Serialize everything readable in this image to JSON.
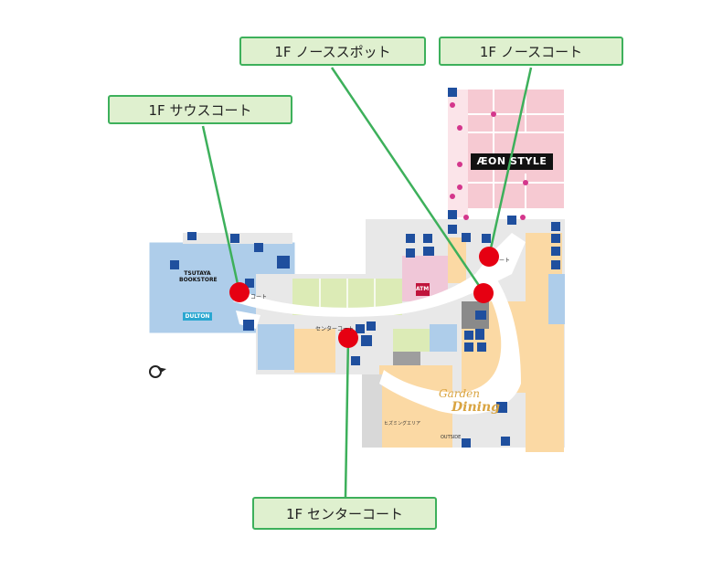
{
  "callouts": {
    "south_court": "1F サウスコート",
    "north_spot": "1F ノーススポット",
    "north_court": "1F ノースコート",
    "center_court": "1F センターコート"
  },
  "map_labels": {
    "aeon_style": "ÆON STYLE",
    "tsutaya": "TSUTAYA BOOKSTORE",
    "dulton": "DULTON",
    "garden_dining_1": "Garden",
    "garden_dining_2": "Dining",
    "atm": "ATM",
    "center_court_small": "センターコート",
    "south_court_small": "コート",
    "north_court_small": "ート",
    "outside": "OUTSIDE",
    "smoking": "ヒズミングエリア"
  },
  "colors": {
    "callout_border": "#3db05b",
    "callout_fill": "#dff0cf",
    "marker": "#e60012",
    "corridor": "#ffffff",
    "floor": "#e8e8e8",
    "store_blue": "#aecdea",
    "store_orange": "#fbd9a4",
    "store_green": "#dcebb6",
    "aeon_pink": "#f6c9d2"
  },
  "icons": [
    "escalator-icon",
    "restroom-icon",
    "atm-icon",
    "elevator-icon",
    "info-icon",
    "wheelchair-icon",
    "baby-icon",
    "compass-icon"
  ]
}
